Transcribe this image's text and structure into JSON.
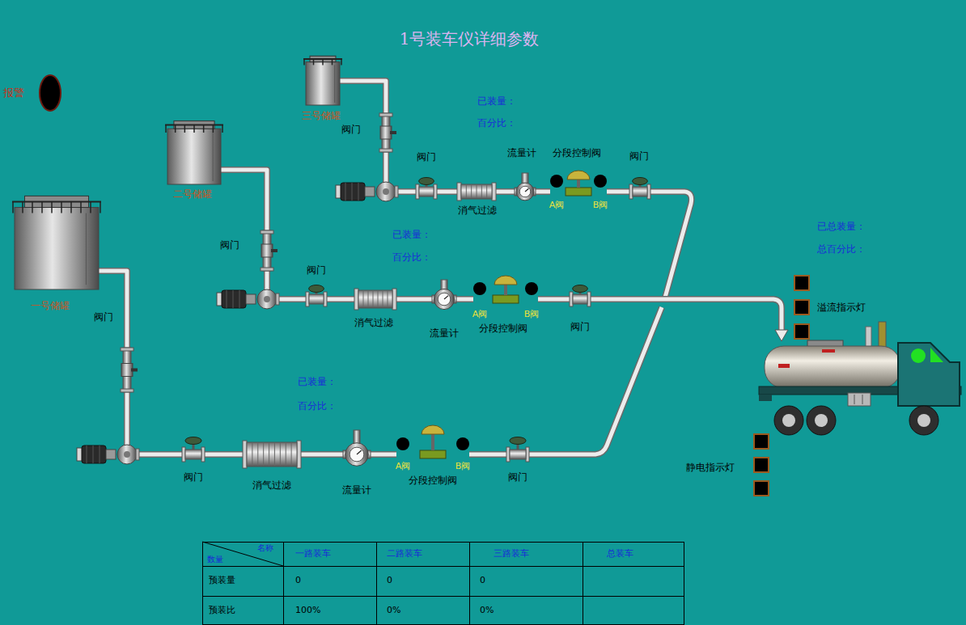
{
  "diagram": {
    "title": "1号装车仪详细参数",
    "nodes": [
      {
        "text": [
          "三号储罐"
        ]
      },
      {
        "text": [
          "阀门"
        ]
      },
      {
        "text": [
          "阀门"
        ]
      },
      {
        "text": [
          "消气过滤"
        ]
      },
      {
        "text": [
          "流量计"
        ]
      },
      {
        "text": [
          "分段控制阀",
          "A阀",
          "B阀"
        ]
      },
      {
        "text": [
          "阀门"
        ]
      },
      {
        "text": [
          "二号储罐"
        ]
      },
      {
        "text": [
          "阀门"
        ]
      },
      {
        "text": [
          "阀门"
        ]
      },
      {
        "text": [
          "消气过滤"
        ]
      },
      {
        "text": [
          "流量计"
        ]
      },
      {
        "text": [
          "分段控制阀",
          "A阀",
          "B阀"
        ]
      },
      {
        "text": [
          "阀门"
        ]
      },
      {
        "text": [
          "一号储罐"
        ]
      },
      {
        "text": [
          "阀门"
        ]
      },
      {
        "text": [
          "阀门"
        ]
      },
      {
        "text": [
          "消气过滤"
        ]
      },
      {
        "text": [
          "流量计"
        ]
      },
      {
        "text": [
          "分段控制阀",
          "A阀",
          "B阀"
        ]
      },
      {
        "text": [
          "阀门"
        ]
      }
    ],
    "edges": [
      {
        "from": 0,
        "to": 1,
        "arrow": "none"
      },
      {
        "from": 1,
        "to": 2,
        "arrow": "none"
      },
      {
        "from": 2,
        "to": 3,
        "arrow": "none"
      },
      {
        "from": 3,
        "to": 4,
        "arrow": "none"
      },
      {
        "from": 4,
        "to": 5,
        "arrow": "none"
      },
      {
        "from": 5,
        "to": 6,
        "arrow": "none"
      },
      {
        "from": 7,
        "to": 8,
        "arrow": "none"
      },
      {
        "from": 8,
        "to": 9,
        "arrow": "none"
      },
      {
        "from": 9,
        "to": 10,
        "arrow": "none"
      },
      {
        "from": 10,
        "to": 11,
        "arrow": "none"
      },
      {
        "from": 11,
        "to": 12,
        "arrow": "none"
      },
      {
        "from": 12,
        "to": 13,
        "arrow": "none"
      },
      {
        "from": 14,
        "to": 15,
        "arrow": "none"
      },
      {
        "from": 15,
        "to": 16,
        "arrow": "none"
      },
      {
        "from": 16,
        "to": 17,
        "arrow": "none"
      },
      {
        "from": 17,
        "to": 18,
        "arrow": "none"
      },
      {
        "from": 18,
        "to": 19,
        "arrow": "none"
      },
      {
        "from": 19,
        "to": 20,
        "arrow": "none"
      }
    ],
    "labels": [
      "报警",
      "已装量：",
      "百分比：",
      "已装量：",
      "百分比：",
      "已总装量：",
      "总百分比：",
      "溢流指示灯",
      "已装量：",
      "百分比：",
      "静电指示灯",
      "名称",
      "数量",
      "一路装车",
      "二路装车",
      "三路装车",
      "总装车",
      "预装量",
      "0",
      "0",
      "0",
      "预装比",
      "100%",
      "0%",
      "0%"
    ]
  }
}
